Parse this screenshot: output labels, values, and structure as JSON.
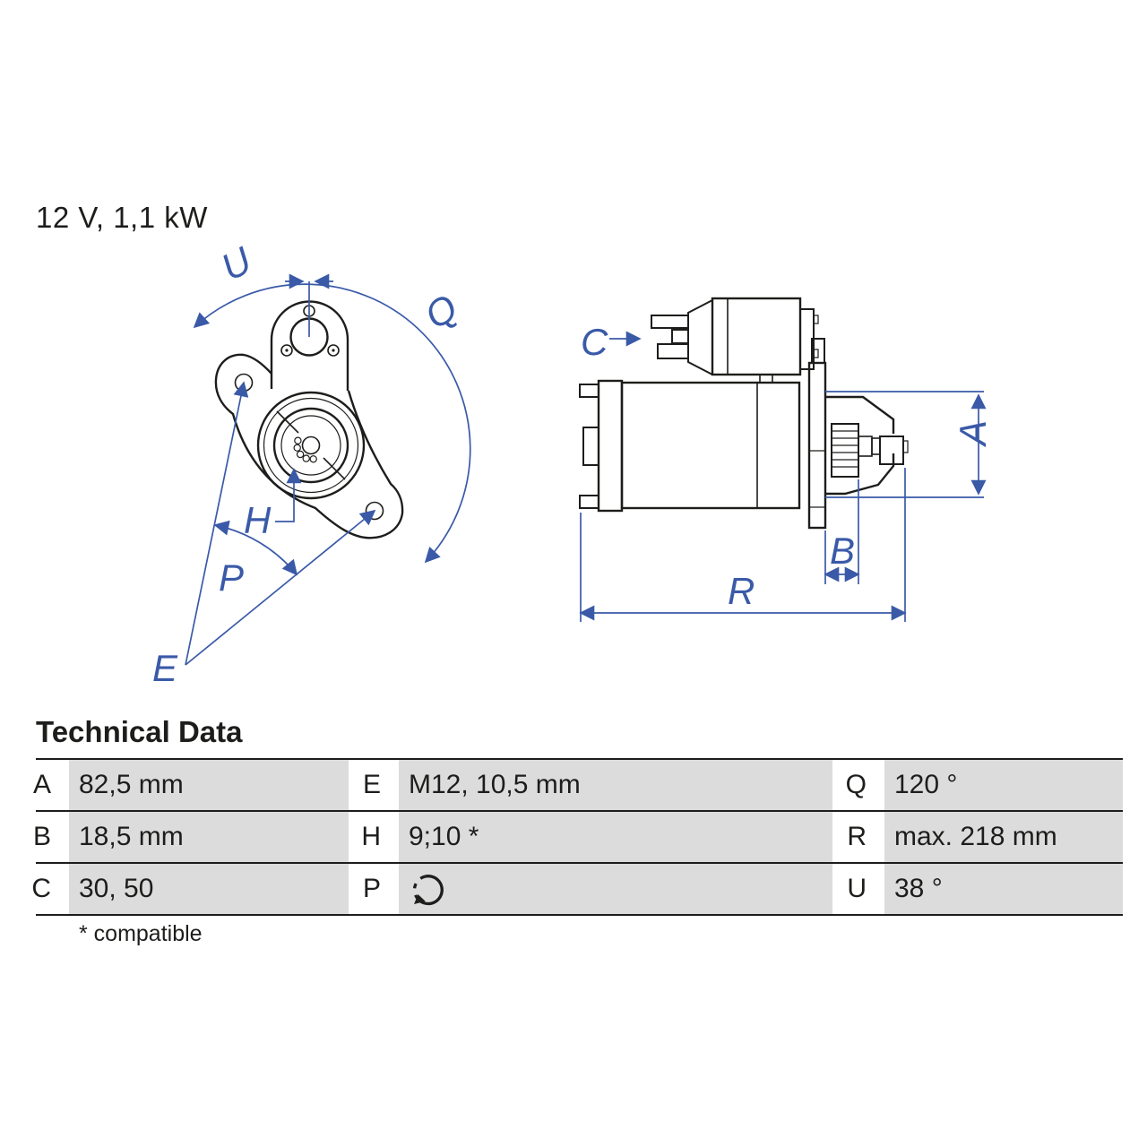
{
  "header": {
    "title": "12 V, 1,1 kW"
  },
  "diagram": {
    "front_view": {
      "labels": {
        "U": "U",
        "Q": "Q",
        "E": "E",
        "P": "P",
        "H": "H"
      }
    },
    "side_view": {
      "labels": {
        "C": "C",
        "A": "A",
        "B": "B",
        "R": "R"
      }
    }
  },
  "technical_data": {
    "heading": "Technical Data",
    "rows": [
      [
        {
          "key": "A",
          "value": "82,5 mm"
        },
        {
          "key": "E",
          "value": "M12, 10,5 mm"
        },
        {
          "key": "Q",
          "value": "120 °"
        }
      ],
      [
        {
          "key": "B",
          "value": "18,5 mm"
        },
        {
          "key": "H",
          "value": "9;10 *"
        },
        {
          "key": "R",
          "value": "max. 218 mm"
        }
      ],
      [
        {
          "key": "C",
          "value": "30, 50"
        },
        {
          "key": "P",
          "value": "",
          "icon": "rotation-direction-icon"
        },
        {
          "key": "U",
          "value": "38 °"
        }
      ]
    ],
    "footnote": "* compatible"
  },
  "colors": {
    "ink": "#1d1d1b",
    "dimension_blue": "#3a5aa8",
    "cell_gray": "#dcdcdd"
  }
}
